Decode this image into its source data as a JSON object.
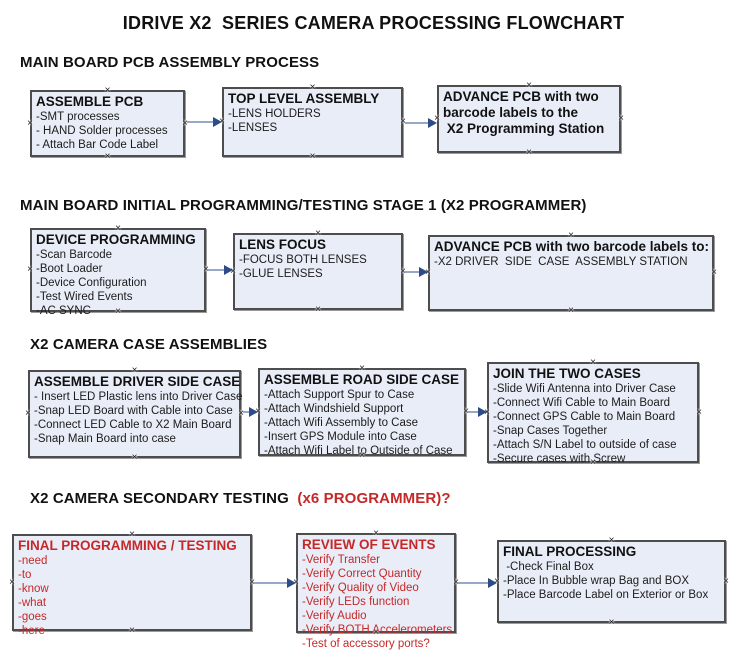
{
  "title": "IDRIVE X2  SERIES CAMERA PROCESSING FLOWCHART",
  "icons": {
    "connection_handle": "×"
  },
  "colors": {
    "box_fill": "#e9edf7",
    "box_border": "#4d4d4d",
    "connector_line": "#97a9c7",
    "connector_arrow": "#2d4b86",
    "red_text": "#c62828"
  },
  "sections": [
    {
      "heading": "MAIN BOARD PCB ASSEMBLY PROCESS",
      "boxes": [
        {
          "title": "ASSEMBLE PCB",
          "lines": [
            "-SMT processes",
            "- HAND Solder processes",
            "- Attach Bar Code Label"
          ]
        },
        {
          "title": "TOP LEVEL ASSEMBLY",
          "lines": [
            "-LENS HOLDERS",
            "-LENSES"
          ]
        },
        {
          "title_lines": [
            "ADVANCE PCB with two",
            "barcode labels to the",
            " X2 Programming Station"
          ]
        }
      ]
    },
    {
      "heading": "MAIN BOARD INITIAL PROGRAMMING/TESTING STAGE 1 (X2 PROGRAMMER)",
      "boxes": [
        {
          "title": "DEVICE PROGRAMMING",
          "lines": [
            "-Scan Barcode",
            "-Boot Loader",
            "-Device Configuration",
            "-Test Wired Events",
            "-AC SYNC"
          ]
        },
        {
          "title": "LENS FOCUS",
          "lines": [
            "-FOCUS BOTH LENSES",
            "-GLUE LENSES"
          ]
        },
        {
          "title": "ADVANCE PCB with two barcode labels to:",
          "lines": [
            "-X2 DRIVER  SIDE  CASE  ASSEMBLY STATION"
          ]
        }
      ]
    },
    {
      "heading": "X2 CAMERA CASE ASSEMBLIES",
      "boxes": [
        {
          "title": "ASSEMBLE DRIVER SIDE CASE",
          "lines": [
            "- Insert LED Plastic lens into Driver Case",
            "-Snap LED Board with Cable into Case",
            "-Connect LED Cable to X2 Main Board",
            "-Snap Main Board into case"
          ]
        },
        {
          "title": "ASSEMBLE ROAD SIDE CASE",
          "lines": [
            "-Attach Support Spur to Case",
            "-Attach Windshield Support",
            "-Attach Wifi Assembly to Case",
            "-Insert GPS Module into Case",
            "-Attach Wifi Label to Outside of Case"
          ]
        },
        {
          "title": "JOIN THE TWO CASES",
          "lines": [
            "-Slide Wifi Antenna into Driver Case",
            "-Connect Wifi Cable to Main Board",
            "-Connect GPS Cable to Main Board",
            "-Snap Cases Together",
            "-Attach S/N Label to outside of case",
            "-Secure cases with Screw"
          ]
        }
      ]
    },
    {
      "heading": "X2 CAMERA SECONDARY TESTING ",
      "heading_red": " (x6 PROGRAMMER)?",
      "boxes": [
        {
          "title": "FINAL PROGRAMMING / TESTING",
          "lines": [
            "-need",
            "-to",
            "-know",
            "-what",
            "-goes",
            "-here"
          ]
        },
        {
          "title": "REVIEW OF EVENTS",
          "lines": [
            "-Verify Transfer",
            "-Verify Correct Quantity",
            "-Verify Quality of Video",
            "-Verify LEDs function",
            "-Verify Audio",
            "-Verify BOTH Accelerometers",
            "-Test of accessory ports?"
          ]
        },
        {
          "title": "FINAL PROCESSING",
          "lines": [
            " -Check Final Box",
            "-Place In Bubble wrap Bag and BOX",
            "-Place Barcode Label on Exterior or Box"
          ]
        }
      ]
    }
  ]
}
